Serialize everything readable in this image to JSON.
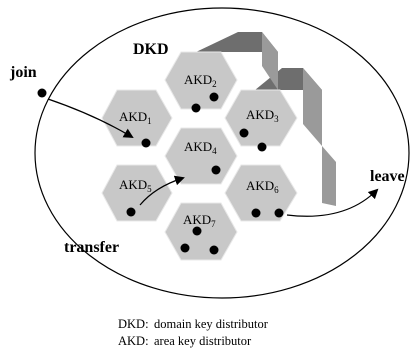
{
  "labels": {
    "dkd": "DKD",
    "join": "join",
    "leave": "leave",
    "transfer": "transfer"
  },
  "cells": [
    {
      "name": "AKD",
      "sub": "1"
    },
    {
      "name": "AKD",
      "sub": "2"
    },
    {
      "name": "AKD",
      "sub": "3"
    },
    {
      "name": "AKD",
      "sub": "4"
    },
    {
      "name": "AKD",
      "sub": "5"
    },
    {
      "name": "AKD",
      "sub": "6"
    },
    {
      "name": "AKD",
      "sub": "7"
    }
  ],
  "legend": [
    {
      "term": "DKD:",
      "desc": "domain key distributor"
    },
    {
      "term": "AKD:",
      "desc": "area key distributor"
    }
  ]
}
